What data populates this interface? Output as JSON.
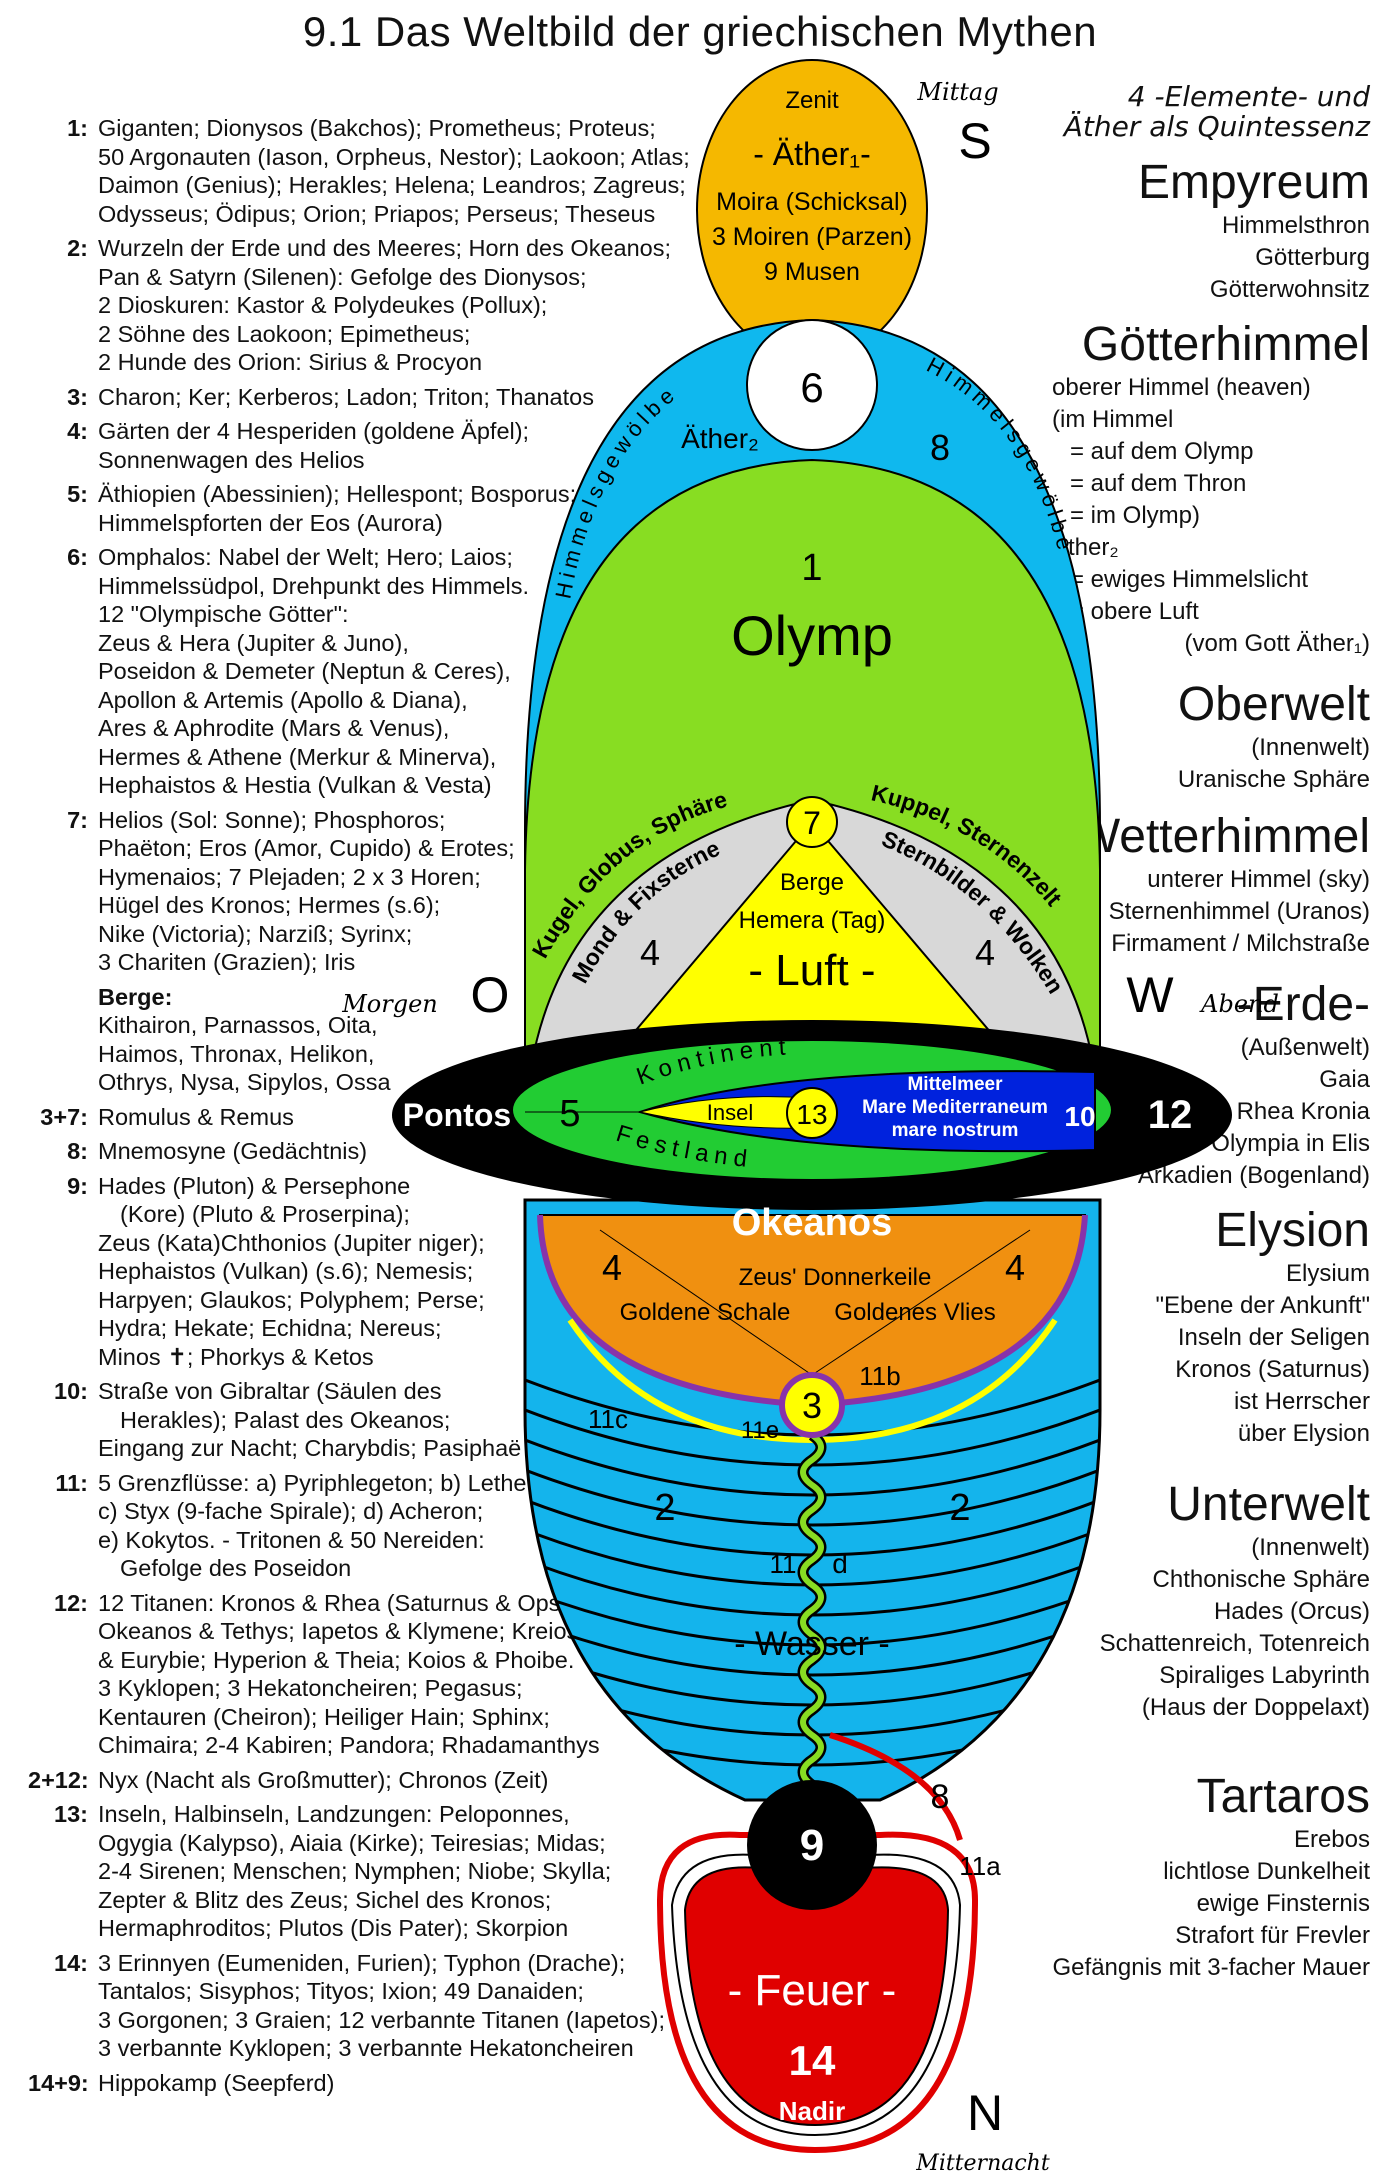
{
  "title": "9.1  Das Weltbild der griechischen Mythen",
  "legend": [
    {
      "key": "1:",
      "lines": [
        "Giganten; Dionysos (Bakchos); Prometheus; Proteus;",
        "50 Argonauten (Iason, Orpheus, Nestor); Laokoon; Atlas;",
        "Daimon (Genius); Herakles; Helena; Leandros; Zagreus;",
        "Odysseus; Ödipus; Orion; Priapos; Perseus; Theseus"
      ]
    },
    {
      "key": "2:",
      "lines": [
        "Wurzeln der Erde und des Meeres; Horn des Okeanos;",
        "Pan & Satyrn (Silenen): Gefolge des Dionysos;",
        "2 Dioskuren: Kastor & Polydeukes (Pollux);",
        "2 Söhne des Laokoon; Epimetheus;",
        "2 Hunde des Orion: Sirius & Procyon"
      ]
    },
    {
      "key": "3:",
      "lines": [
        "Charon; Ker; Kerberos; Ladon; Triton; Thanatos"
      ]
    },
    {
      "key": "4:",
      "lines": [
        "Gärten der 4 Hesperiden (goldene Äpfel);",
        "Sonnenwagen des Helios"
      ]
    },
    {
      "key": "5:",
      "lines": [
        "Äthiopien (Abessinien); Hellespont; Bosporus;",
        "Himmelspforten der Eos (Aurora)"
      ]
    },
    {
      "key": "6:",
      "lines": [
        "Omphalos: Nabel der Welt; Hero; Laios;",
        "Himmelssüdpol, Drehpunkt des Himmels.",
        "12 \"Olympische Götter\":",
        "Zeus & Hera (Jupiter & Juno),",
        "Poseidon & Demeter (Neptun & Ceres),",
        "Apollon & Artemis (Apollo & Diana),",
        "Ares & Aphrodite (Mars & Venus),",
        "Hermes & Athene (Merkur & Minerva),",
        "Hephaistos & Hestia (Vulkan & Vesta)"
      ]
    },
    {
      "key": "7:",
      "lines": [
        "Helios (Sol: Sonne); Phosphoros;",
        "Phaëton; Eros (Amor, Cupido) & Erotes;",
        "Hymenaios; 7 Plejaden; 2 x 3 Horen;",
        "Hügel des Kronos; Hermes (s.6);",
        "Nike (Victoria); Narziß; Syrinx;",
        "3 Chariten (Grazien); Iris"
      ]
    },
    {
      "key": "",
      "lines": [
        "Berge:",
        "Kithairon, Parnassos, Oita,",
        "Haimos, Thronax, Helikon,",
        "Othrys, Nysa, Sipylos, Ossa"
      ],
      "bold_first": true
    },
    {
      "key": "3+7:",
      "lines": [
        "Romulus & Remus"
      ]
    },
    {
      "key": "8:",
      "lines": [
        "Mnemosyne (Gedächtnis)"
      ]
    },
    {
      "key": "9:",
      "lines": [
        "Hades (Pluton) & Persephone",
        "(Kore) (Pluto & Proserpina);",
        "Zeus (Kata)Chthonios (Jupiter niger);",
        "Hephaistos (Vulkan) (s.6); Nemesis;",
        "Harpyen; Glaukos; Polyphem; Perse;",
        "Hydra; Hekate; Echidna; Nereus;",
        "Minos ✝; Phorkys & Ketos"
      ],
      "indent": [
        1
      ]
    },
    {
      "key": "10:",
      "lines": [
        "Straße von Gibraltar (Säulen des",
        "Herakles); Palast des Okeanos;",
        "Eingang zur Nacht; Charybdis; Pasiphaë"
      ],
      "indent": [
        1
      ]
    },
    {
      "key": "11:",
      "lines": [
        "5 Grenzflüsse: a) Pyriphlegeton; b) Lethe;",
        "c) Styx (9-fache Spirale); d) Acheron;",
        "e) Kokytos. - Tritonen & 50 Nereiden:",
        "Gefolge des Poseidon"
      ],
      "indent": [
        3
      ]
    },
    {
      "key": "12:",
      "lines": [
        "12 Titanen: Kronos & Rhea (Saturnus & Ops);",
        "Okeanos & Tethys; Iapetos & Klymene; Kreios",
        "& Eurybie; Hyperion & Theia; Koios & Phoibe.",
        "3 Kyklopen; 3 Hekatoncheiren; Pegasus;",
        "Kentauren (Cheiron); Heiliger Hain; Sphinx;",
        "Chimaira; 2-4 Kabiren; Pandora; Rhadamanthys"
      ]
    },
    {
      "key": "2+12:",
      "lines": [
        "Nyx (Nacht als Großmutter); Chronos (Zeit)"
      ]
    },
    {
      "key": "13:",
      "lines": [
        "Inseln, Halbinseln, Landzungen: Peloponnes,",
        "Ogygia (Kalypso), Aiaia (Kirke); Teiresias; Midas;",
        "2-4 Sirenen; Menschen; Nymphen; Niobe; Skylla;",
        "Zepter & Blitz des Zeus; Sichel des Kronos;",
        "Hermaphroditos; Plutos (Dis Pater); Skorpion"
      ]
    },
    {
      "key": "14:",
      "lines": [
        "3 Erinnyen (Eumeniden, Furien); Typhon (Drache);",
        "Tantalos; Sisyphos; Tityos; Ixion; 49 Danaiden;",
        "3 Gorgonen; 3 Graien; 12 verbannte Titanen (Iapetos);",
        "3 verbannte Kyklopen; 3 verbannte Hekatoncheiren"
      ]
    },
    {
      "key": "14+9:",
      "lines": [
        "Hippokamp (Seepferd)"
      ]
    }
  ],
  "right_panel": {
    "elements_heading": [
      "4 -Elemente- und",
      "Äther als Quintessenz"
    ],
    "empyreum": {
      "title": "Empyreum",
      "lines": [
        "Himmelsthron",
        "Götterburg",
        "Götterwohnsitz"
      ]
    },
    "goetterhimmel": {
      "title": "Götterhimmel",
      "lines": [
        "oberer Himmel (heaven)",
        "(im Himmel",
        "= auf dem Olymp",
        "= auf dem Thron",
        "= im Olymp)",
        "Äther₂",
        "= ewiges Himmelslicht",
        "= obere Luft",
        "(vom Gott Äther₁)"
      ]
    },
    "oberwelt": {
      "title": "Oberwelt",
      "lines": [
        "(Innenwelt)",
        "Uranische Sphäre"
      ]
    },
    "wetterhimmel": {
      "title": "Wetterhimmel",
      "lines": [
        "unterer Himmel (sky)",
        "Sternenhimmel (Uranos)",
        "Firmament / Milchstraße"
      ]
    },
    "erde": {
      "title": "-Erde-",
      "lines": [
        "(Außenwelt)",
        "Gaia",
        "Rhea Kronia",
        "Olympia in Elis",
        "Arkadien (Bogenland)"
      ]
    },
    "elysion": {
      "title": "Elysion",
      "lines": [
        "Elysium",
        "\"Ebene der Ankunft\"",
        "Inseln der Seligen",
        "Kronos (Saturnus)",
        "ist Herrscher",
        "über Elysion"
      ]
    },
    "unterwelt": {
      "title": "Unterwelt",
      "lines": [
        "(Innenwelt)",
        "Chthonische Sphäre",
        "Hades (Orcus)",
        "Schattenreich, Totenreich",
        "Spiraliges Labyrinth",
        "(Haus der Doppelaxt)"
      ]
    },
    "tartaros": {
      "title": "Tartaros",
      "lines": [
        "Erebos",
        "lichtlose Dunkelheit",
        "ewige Finsternis",
        "Strafort für Frevler",
        "Gefängnis mit 3-facher Mauer"
      ]
    }
  },
  "diagram": {
    "zenit": "Zenit",
    "aether1": "- Äther₁-",
    "moira": "Moira (Schicksal)",
    "moiren": "3 Moiren (Parzen)",
    "musen": "9 Musen",
    "mittag": "Mittag",
    "s": "S",
    "six": "6",
    "aether2": "Äther₂",
    "eight_top": "8",
    "himmelsgewoelbe": "Himmelsgewölbe",
    "one": "1",
    "olymp": "Olymp",
    "seven": "7",
    "kugel": "Kugel, Globus, Sphäre",
    "mond": "Mond & Fixsterne",
    "kuppel": "Kuppel, Sternenzelt",
    "sternbilder": "Sternbilder & Wolken",
    "berge": "Berge",
    "hemera": "Hemera (Tag)",
    "luft": "- Luft -",
    "four": "4",
    "morgen": "Morgen",
    "o": "O",
    "w": "W",
    "abend": "Abend",
    "pontos": "Pontos",
    "five": "5",
    "kontinent": "Kontinent",
    "festland": "Festland",
    "insel": "Insel",
    "thirteen": "13",
    "mittelmeer": "Mittelmeer",
    "mare": "Mare Mediterraneum",
    "mare_nostrum": "mare nostrum",
    "ten": "10",
    "twelve": "12",
    "okeanos": "Okeanos",
    "zeus": "Zeus' Donnerkeile",
    "schale": "Goldene Schale",
    "vlies": "Goldenes Vlies",
    "eleven_b": "11b",
    "eleven_c": "11c",
    "eleven_e": "11e",
    "three": "3",
    "two": "2",
    "eleven": "11",
    "d": "d",
    "wasser": "- Wasser -",
    "eight_bottom": "8",
    "nine": "9",
    "eleven_a": "11a",
    "feuer": "- Feuer -",
    "fourteen": "14",
    "nadir": "Nadir",
    "n": "N",
    "mitternacht": "Mitternacht"
  },
  "colors": {
    "aether1": "#f5b800",
    "aether2": "#0fb8ee",
    "olymp": "#88dd22",
    "luft": "#ffff00",
    "kugel": "#d8d8d8",
    "erde": "#000000",
    "kontinent": "#22cc33",
    "mittelmeer": "#0022dd",
    "okeanos": "#f09010",
    "wasser": "#14b4ec",
    "feuer": "#e00000",
    "styx": "#88dd22",
    "purple": "#8833aa"
  }
}
